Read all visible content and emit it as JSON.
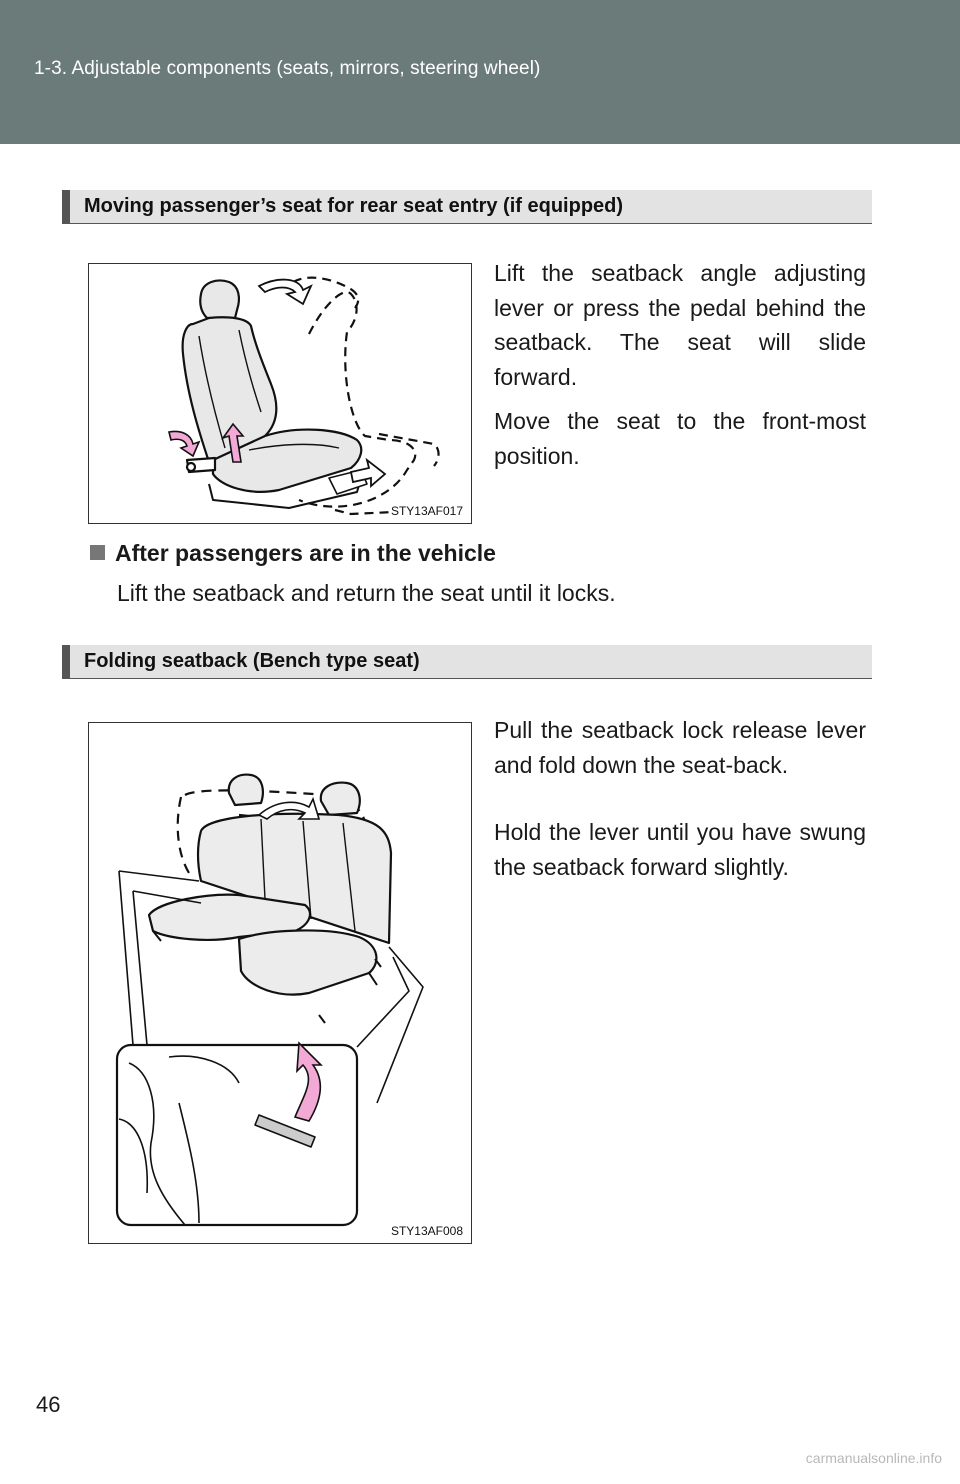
{
  "header": {
    "title": "1-3. Adjustable components (seats, mirrors, steering wheel)"
  },
  "section1": {
    "title": "Moving passenger’s seat for rear seat entry (if equipped)",
    "figure_code": "STY13AF017",
    "para1": "Lift the seatback angle adjusting lever or press the pedal behind the seatback. The seat will slide forward.",
    "para2": "Move the seat to the front-most position.",
    "sub_heading": "After passengers are in the vehicle",
    "sub_body": "Lift the seatback and return the seat until it locks."
  },
  "section2": {
    "title": "Folding seatback (Bench type seat)",
    "figure_code": "STY13AF008",
    "para1": "Pull the seatback lock release lever and fold down the seat-back.",
    "para2": "Hold the lever until you have swung the seatback forward slightly."
  },
  "footer": {
    "page_number": "46",
    "watermark": "carmanualsonline.info"
  },
  "colors": {
    "header_bg": "#6b7b7a",
    "section_bar_bg": "#e3e3e3",
    "arrow_pink": "#f2a9d6"
  }
}
